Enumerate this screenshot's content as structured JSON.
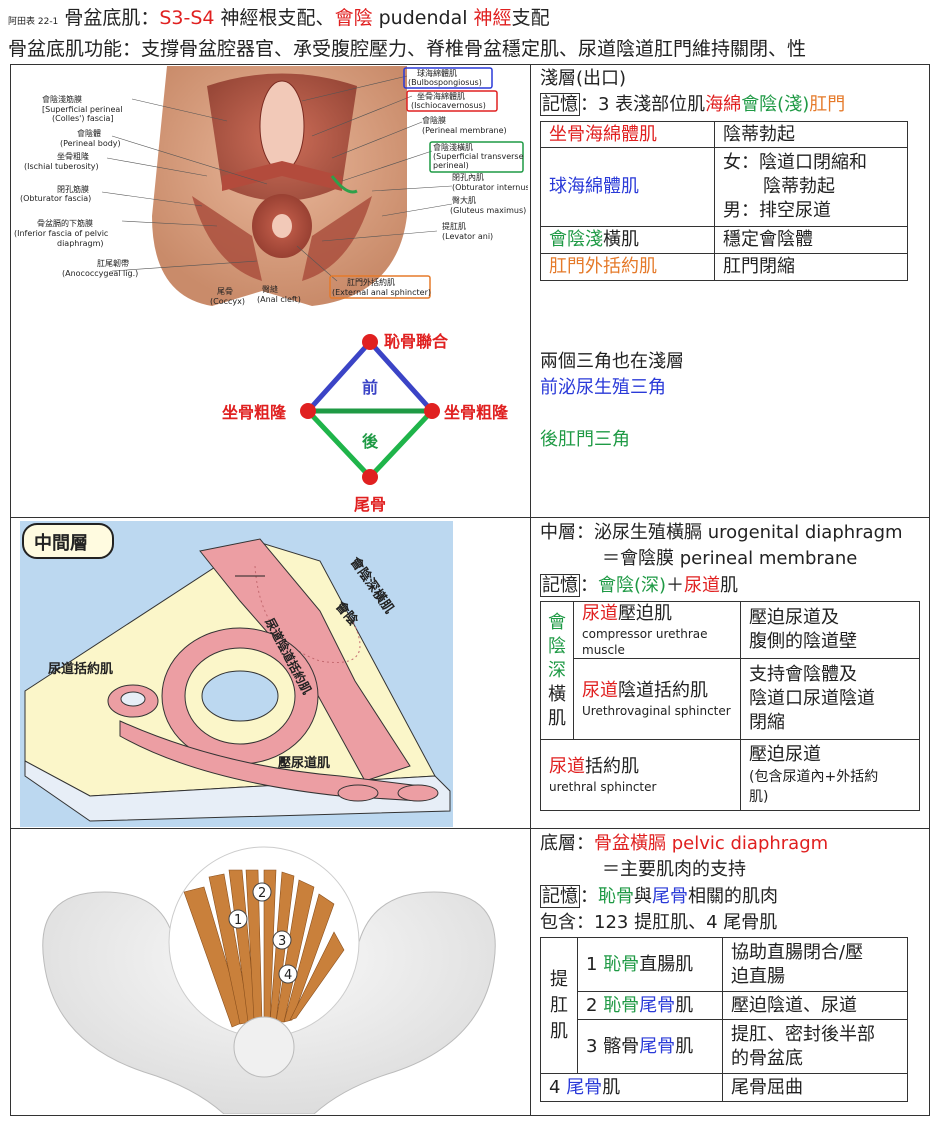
{
  "header": {
    "ref": "阿田表 22-1",
    "title_a": "骨盆底肌：",
    "title_b": "S3-S4",
    "title_c": " 神經根支配、",
    "title_d": "會陰",
    "title_e": " pudendal ",
    "title_f": "神經",
    "title_g": "支配",
    "line2": "骨盆底肌功能：支撐骨盆腔器官、承受腹腔壓力、脊椎骨盆穩定肌、尿道陰道肛門維持關閉、性"
  },
  "superficial": {
    "heading": "淺層(出口)",
    "memory_box": "記憶",
    "memory_a": "：3 表淺部位肌",
    "memory_b": "海綿",
    "memory_c": "會陰(淺)",
    "memory_d": "肛門",
    "rows": [
      {
        "name_a": "坐骨海綿體肌",
        "name_b": "",
        "desc": "陰蒂勃起"
      },
      {
        "name_a": "球海綿體肌",
        "name_b": "",
        "desc1": "女：陰道口閉縮和",
        "desc2": "陰蒂勃起",
        "desc3": "男：排空尿道"
      },
      {
        "name_a": "會陰淺",
        "name_b": "橫肌",
        "desc": "穩定會陰體"
      },
      {
        "name_a": "肛門外括約肌",
        "name_b": "",
        "desc": "肛門閉縮"
      }
    ],
    "triangles_line1": "兩個三角也在淺層",
    "triangles_line2": "前泌尿生殖三角",
    "triangles_line3": "後肛門三角",
    "anatomy_labels": [
      "會陰淺筋膜",
      "[Superficial perineal",
      "(Colles') fascia]",
      "會陰體",
      "(Perineal body)",
      "坐骨粗隆",
      "(Ischial tuberosity)",
      "閉孔筋膜",
      "(Obturator fascia)",
      "骨盆膈的下筋膜",
      "(Inferior fascia of pelvic",
      "diaphragm)",
      "肛尾韌帶",
      "(Anococcygeal lig.)",
      "尾骨",
      "(Coccyx)",
      "臀縫",
      "(Anal cleft)",
      "球海綿體肌",
      "(Bulbospongiosus)",
      "坐骨海綿體肌",
      "(Ischiocavernosus)",
      "會陰膜",
      "(Perineal membrane)",
      "會陰淺橫肌",
      "(Superficial transverse",
      "perineal)",
      "閉孔內肌",
      "(Obturator internus)",
      "臀大肌",
      "(Gluteus maximus)",
      "提肛肌",
      "(Levator ani)",
      "肛門外括約肌",
      "(External anal sphincter)"
    ],
    "diamond": {
      "top": "恥骨聯合",
      "left": "坐骨粗隆",
      "right": "坐骨粗隆",
      "bottom": "尾骨",
      "front": "前",
      "back": "後"
    }
  },
  "middle": {
    "line1": "中層：泌尿生殖橫膈 urogenital diaphragm",
    "line2": "＝會陰膜 perineal membrane",
    "memory_box": "記憶",
    "memory_a": "：",
    "memory_b": "會陰(深)",
    "memory_c": "＋",
    "memory_d": "尿道",
    "memory_e": "肌",
    "group_label": [
      "會",
      "陰",
      "深",
      "橫",
      "肌"
    ],
    "rows": [
      {
        "name_a": "尿道",
        "name_b": "壓迫肌",
        "en": "compressor urethrae muscle",
        "desc1": "壓迫尿道及",
        "desc2": "腹側的陰道壁"
      },
      {
        "name_a": "尿道",
        "name_b": "陰道括約肌",
        "en": "Urethrovaginal sphincter",
        "desc1": "支持會陰體及",
        "desc2": "陰道口尿道陰道",
        "desc3": "閉縮"
      },
      {
        "name_a": "尿道",
        "name_b": "括約肌",
        "en": "urethral sphincter",
        "desc1": "壓迫尿道",
        "desc2": "(包含尿道內+外括約",
        "desc3": "肌)"
      }
    ],
    "diagram": {
      "badge": "中間層",
      "label1": "會陰深橫肌",
      "label2": "會陰",
      "label3": "尿道陰道括約肌",
      "label4": "尿道括約肌",
      "label5": "壓尿道肌"
    }
  },
  "deep": {
    "line1_a": "底層：",
    "line1_b": "骨盆橫膈 pelvic diaphragm",
    "line2": "＝主要肌肉的支持",
    "memory_box": "記憶",
    "memory_a": "：",
    "memory_b": "恥骨",
    "memory_c": "與",
    "memory_d": "尾骨",
    "memory_e": "相關的肌肉",
    "contains": "包含：123 提肛肌、4 尾骨肌",
    "group_label": [
      "提",
      "肛",
      "肌"
    ],
    "rows": [
      {
        "num": "1 ",
        "name_a": "恥骨",
        "name_b": "直腸肌",
        "name_c": "",
        "desc1": "協助直腸閉合/壓",
        "desc2": "迫直腸"
      },
      {
        "num": "2 ",
        "name_a": "恥骨",
        "name_b": "尾骨",
        "name_c": "肌",
        "desc1": "壓迫陰道、尿道"
      },
      {
        "num": "3 ",
        "name_a": "髂骨",
        "name_b": "尾骨",
        "name_c": "肌",
        "desc1": "提肛、密封後半部",
        "desc2": "的骨盆底"
      }
    ],
    "coccygeus": {
      "num": "4 ",
      "name_a": "尾骨",
      "name_b": "肌",
      "desc": "尾骨屈曲"
    },
    "pelvis_numbers": [
      "1",
      "2",
      "3",
      "4"
    ]
  },
  "colors": {
    "red": "#e02020",
    "blue": "#2a3ad8",
    "green": "#1f9a45",
    "orange": "#e57a2a",
    "muscle": "#e8959a",
    "bg_blue": "#bcd8f0"
  }
}
